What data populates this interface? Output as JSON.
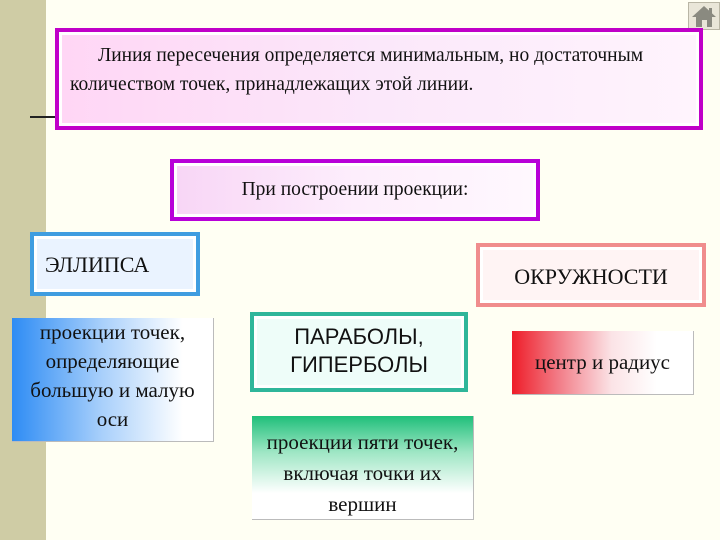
{
  "definition": {
    "text": "Линия пересечения определяется минимальным, но достаточным количеством точек, принадлежащих этой линии."
  },
  "projection_heading": "При построении проекции:",
  "ellipse": {
    "label": "ЭЛЛИПСА",
    "description": "проекции точек, определяющие большую и малую оси"
  },
  "parabola": {
    "label": "ПАРАБОЛЫ, ГИПЕРБОЛЫ",
    "description": "проекции пяти точек, включая точки их вершин"
  },
  "circle": {
    "label": "ОКРУЖНОСТИ",
    "description": "центр и радиус"
  },
  "colors": {
    "purple_frame": "#c000c8",
    "blue_frame": "#3f9de0",
    "teal_frame": "#2fb69a",
    "pink_frame": "#f08d8d"
  },
  "icons": {
    "home": "home-icon"
  }
}
